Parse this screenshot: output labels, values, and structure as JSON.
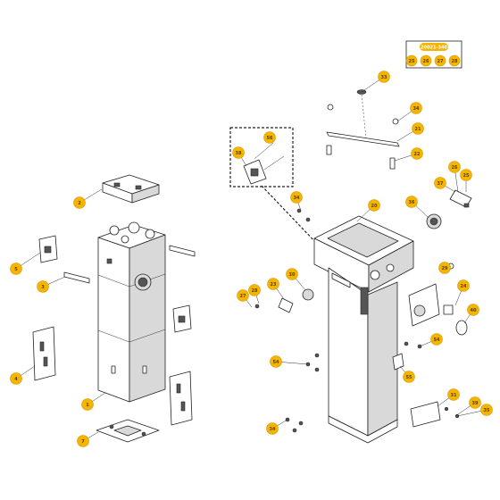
{
  "callouts": [
    {
      "id": "c-33",
      "text": "33"
    },
    {
      "id": "c-34a",
      "text": "34"
    },
    {
      "id": "c-21",
      "text": "21"
    },
    {
      "id": "c-22",
      "text": "22"
    },
    {
      "id": "c-56",
      "text": "56"
    },
    {
      "id": "c-20",
      "text": "20"
    },
    {
      "id": "c-34b",
      "text": "34"
    },
    {
      "id": "c-36",
      "text": "36"
    },
    {
      "id": "c-26",
      "text": "26"
    },
    {
      "id": "c-25",
      "text": "25"
    },
    {
      "id": "c-37",
      "text": "37"
    },
    {
      "id": "c-38",
      "text": "38"
    },
    {
      "id": "c-28",
      "text": "28"
    },
    {
      "id": "c-27",
      "text": "27"
    },
    {
      "id": "c-30",
      "text": "30"
    },
    {
      "id": "c-23",
      "text": "23"
    },
    {
      "id": "c-29",
      "text": "29"
    },
    {
      "id": "c-40",
      "text": "40"
    },
    {
      "id": "c-54a",
      "text": "54"
    },
    {
      "id": "c-24",
      "text": "24"
    },
    {
      "id": "c-55",
      "text": "55"
    },
    {
      "id": "c-31",
      "text": "31"
    },
    {
      "id": "c-39",
      "text": "39"
    },
    {
      "id": "c-35",
      "text": "35"
    },
    {
      "id": "c-54b",
      "text": "54"
    },
    {
      "id": "c-34c",
      "text": "34"
    },
    {
      "id": "c-2",
      "text": "2"
    },
    {
      "id": "c-5",
      "text": "5"
    },
    {
      "id": "c-3",
      "text": "3"
    },
    {
      "id": "c-4",
      "text": "4"
    },
    {
      "id": "c-1",
      "text": "1"
    },
    {
      "id": "c-7",
      "text": "7"
    }
  ],
  "kit": {
    "label": "20021-340",
    "items": [
      "25",
      "26",
      "27",
      "28"
    ]
  },
  "colors": {
    "callout": "#f4b400",
    "callout_text": "#5a4200",
    "line": "#222222"
  }
}
